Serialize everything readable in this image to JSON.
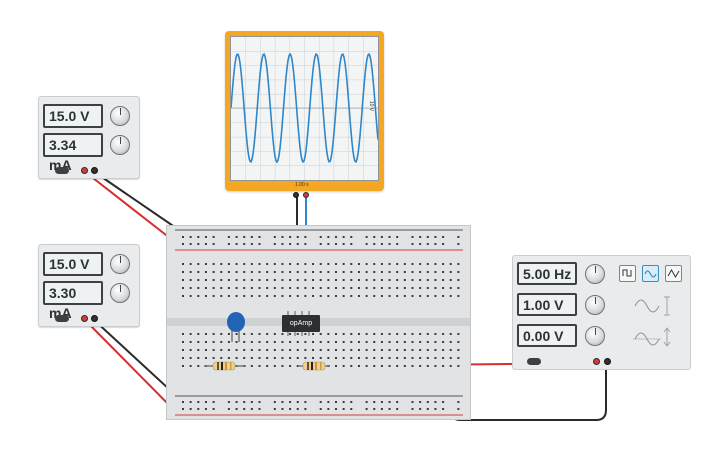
{
  "supply_top": {
    "voltage": "15.0 V",
    "current": "3.34 mA"
  },
  "supply_bottom": {
    "voltage": "15.0 V",
    "current": "3.30 mA"
  },
  "oscilloscope": {
    "time_div": "1.00 s",
    "volt_div": "10 V"
  },
  "function_generator": {
    "frequency": "5.00 Hz",
    "amplitude": "1.00 V",
    "offset": "0.00 V"
  },
  "chip": {
    "label": "opAmp"
  },
  "colors": {
    "scope_frame": "#f5a623",
    "trace": "#2f86c8",
    "wire_red": "#d62f2f",
    "wire_black": "#2b2b2b",
    "wire_orange": "#ef9a27",
    "wire_blue": "#2f86c8",
    "capacitor": "#2363b5"
  }
}
